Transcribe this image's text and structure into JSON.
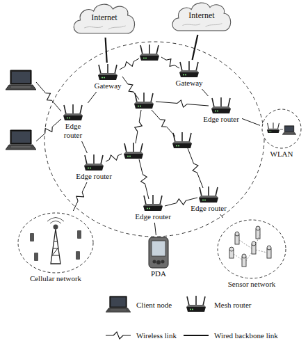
{
  "diagram": {
    "nodes": [
      {
        "text": [
          "Internet"
        ]
      },
      {
        "text": [
          "Internet"
        ]
      },
      {
        "text": [
          "Gateway"
        ]
      },
      {
        "text": [
          "Gateway"
        ]
      },
      {
        "text": [
          "Edge router"
        ]
      },
      {
        "text": [
          "Edge router"
        ]
      },
      {
        "text": [
          "Edge router"
        ]
      },
      {
        "text": [
          "Edge router"
        ]
      },
      {
        "text": [
          "Edge router"
        ]
      },
      {
        "text": [
          "WLAN"
        ]
      },
      {
        "text": [
          "Cellular network"
        ]
      },
      {
        "text": [
          "Sensor network"
        ]
      },
      {
        "text": [
          "PDA"
        ]
      }
    ],
    "edges": [
      {
        "from": 0,
        "to": 2,
        "arrow": "none"
      },
      {
        "from": 1,
        "to": 3,
        "arrow": "none"
      },
      {
        "from": 2,
        "to": 4,
        "arrow": "none"
      },
      {
        "from": 4,
        "to": 6,
        "arrow": "none"
      },
      {
        "from": 5,
        "to": 9,
        "arrow": "none"
      },
      {
        "from": 6,
        "to": 10,
        "arrow": "none"
      },
      {
        "from": 7,
        "to": 12,
        "arrow": "none"
      },
      {
        "from": 8,
        "to": 11,
        "arrow": "none"
      },
      {
        "from": 3,
        "to": 5,
        "arrow": "none"
      }
    ],
    "legend": [
      {
        "text": "Client node"
      },
      {
        "text": "Mesh router"
      },
      {
        "text": "Wireless link"
      },
      {
        "text": "Wired backbone link"
      }
    ]
  }
}
